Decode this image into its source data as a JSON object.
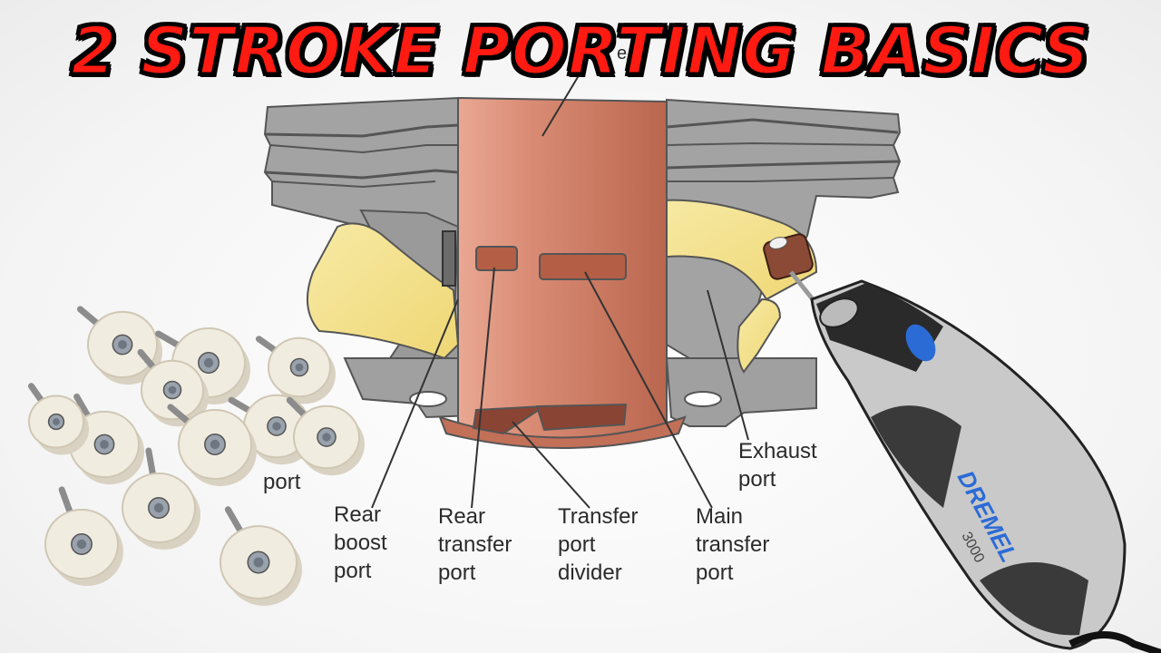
{
  "title": "2 STROKE PORTING BASICS",
  "diagram": {
    "top_label_fragment": "e",
    "labels": {
      "left_port_fragment": "port",
      "rear_boost_port": "Rear\nboost\nport",
      "rear_transfer_port": "Rear\ntransfer\nport",
      "transfer_port_divider": "Transfer\nport\ndivider",
      "main_transfer_port": "Main\ntransfer\nport",
      "exhaust_port": "Exhaust\nport"
    }
  },
  "tool": {
    "brand": "DREMEL",
    "model": "3000"
  },
  "colors": {
    "title_red": "#ff1a12",
    "cylinder_copper": "#d98b74",
    "port_yellow": "#f3e08a",
    "casting_gray": "#9a9a9a",
    "felt_white": "#f1ece0",
    "tool_blue": "#2b6bd6"
  },
  "icons": [
    "felt-polishing-wheels",
    "rotary-tool",
    "sanding-drum"
  ]
}
